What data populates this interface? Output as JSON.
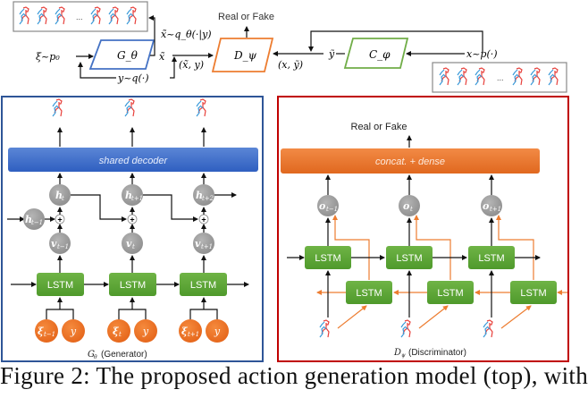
{
  "top_flow": {
    "generator_label": "G_θ",
    "discriminator_label": "D_ψ",
    "classifier_label": "C_φ",
    "noise_input": "ξ~p₀",
    "label_sample": "y~q(·)",
    "generated_sample_label": "x̃~q_θ(·|y)",
    "generated_x": "x̃",
    "fake_pair": "(x̃, y)",
    "real_pair": "(x, ỹ)",
    "predicted_label": "ỹ",
    "real_input": "x~p(·)",
    "output_label": "Real or Fake",
    "ellipsis": "..."
  },
  "generator_panel": {
    "title": "G_θ (Generator)",
    "title_math": "G",
    "title_sub": "θ",
    "title_text": "(Generator)",
    "decoder_label": "shared decoder",
    "lstm_label": "LSTM",
    "hidden_nodes": [
      "h",
      "h",
      "h"
    ],
    "hidden_subs": [
      "t",
      "t+1",
      "t+2"
    ],
    "prev_hidden": "h",
    "prev_hidden_sub": "t−1",
    "v_nodes": [
      "v",
      "v",
      "v"
    ],
    "v_subs": [
      "t−1",
      "t",
      "t+1"
    ],
    "noise_nodes": [
      "ξ",
      "ξ",
      "ξ"
    ],
    "noise_subs": [
      "t−1",
      "t",
      "t+1"
    ],
    "label_node": "y",
    "plus": "+"
  },
  "discriminator_panel": {
    "title_math": "D",
    "title_sub": "ψ",
    "title_text": "(Discriminator)",
    "output_label": "Real or Fake",
    "dense_label": "concat. + dense",
    "lstm_label": "LSTM",
    "o_nodes": [
      "o",
      "o",
      "o"
    ],
    "o_subs": [
      "t−1",
      "t",
      "t+1"
    ]
  },
  "colors": {
    "generator_blue": "#4472c4",
    "discriminator_orange": "#ed7d31",
    "classifier_green": "#70ad47",
    "lstm_green": "#5fa33a",
    "node_gray": "#a0a0a0",
    "panel_red": "#c00000",
    "panel_blue": "#2e5597",
    "skeleton_red": "#e8413c",
    "skeleton_blue": "#3a9ad9"
  },
  "caption": "Figure 2: The proposed action generation model (top), with"
}
